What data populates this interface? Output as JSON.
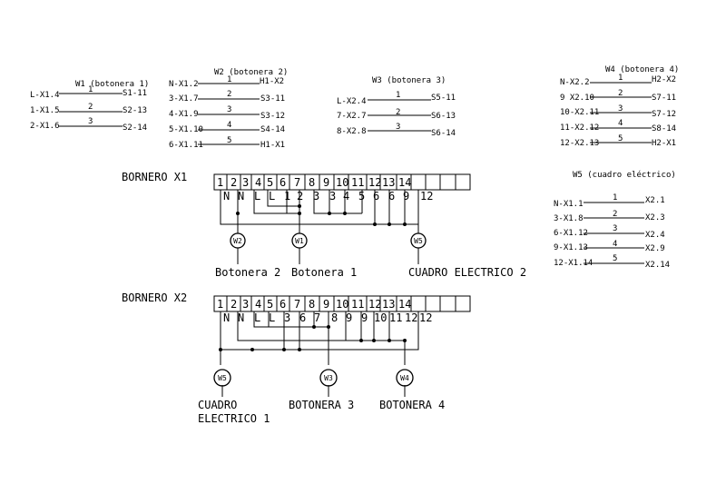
{
  "cables": [
    {
      "id": "W1",
      "title": "W1 (botonera 1)",
      "wires": [
        {
          "left": "L-X1.4",
          "num": "1",
          "right": "S1-11"
        },
        {
          "left": "1-X1.5",
          "num": "2",
          "right": "S2-13"
        },
        {
          "left": "2-X1.6",
          "num": "3",
          "right": "S2-14"
        }
      ]
    },
    {
      "id": "W2",
      "title": "W2 (botonera 2)",
      "wires": [
        {
          "left": "N-X1.2",
          "num": "1",
          "right": "H1-X2"
        },
        {
          "left": "3-X1.7",
          "num": "2",
          "right": "S3-11"
        },
        {
          "left": "4-X1.9",
          "num": "3",
          "right": "S3-12"
        },
        {
          "left": "5-X1.10",
          "num": "4",
          "right": "S4-14"
        },
        {
          "left": "6-X1.11",
          "num": "5",
          "right": "H1-X1"
        }
      ]
    },
    {
      "id": "W3",
      "title": "W3 (botonera 3)",
      "wires": [
        {
          "left": "L-X2.4",
          "num": "1",
          "right": "S5-11"
        },
        {
          "left": "7-X2.7",
          "num": "2",
          "right": "S6-13"
        },
        {
          "left": "8-X2.8",
          "num": "3",
          "right": "S6-14"
        }
      ]
    },
    {
      "id": "W4",
      "title": "W4 (botonera 4)",
      "wires": [
        {
          "left": "N-X2.2",
          "num": "1",
          "right": "H2-X2"
        },
        {
          "left": "9 X2.10",
          "num": "2",
          "right": "S7-11"
        },
        {
          "left": "10-X2.11",
          "num": "3",
          "right": "S7-12"
        },
        {
          "left": "11-X2.12",
          "num": "4",
          "right": "S8-14"
        },
        {
          "left": "12-X2.13",
          "num": "5",
          "right": "H2-X1"
        }
      ]
    },
    {
      "id": "W5",
      "title": "W5 (cuadro eléctrico)",
      "wires": [
        {
          "left": "N-X1.1",
          "num": "1",
          "right": "X2.1"
        },
        {
          "left": "3-X1.8",
          "num": "2",
          "right": "X2.3"
        },
        {
          "left": "6-X1.12",
          "num": "3",
          "right": "X2.4"
        },
        {
          "left": "9-X1.13",
          "num": "4",
          "right": "X2.9"
        },
        {
          "left": "12-X1.14",
          "num": "5",
          "right": "X2.14"
        }
      ]
    }
  ],
  "borneros": [
    {
      "title": "BORNERO X1",
      "terminals": [
        "1",
        "2",
        "3",
        "4",
        "5",
        "6",
        "7",
        "8",
        "9",
        "10",
        "11",
        "12",
        "13",
        "14",
        "",
        ""
      ],
      "wire_labels": [
        "N",
        "N",
        "L",
        "L",
        "1",
        "2",
        "3",
        "3",
        "4",
        "5",
        "6",
        "6",
        "9",
        "12"
      ],
      "connectors": [
        {
          "label": "W2",
          "caption": [
            "Botonera 2"
          ]
        },
        {
          "label": "W1",
          "caption": [
            "Botonera 1"
          ]
        },
        {
          "label": "W5",
          "caption": [
            "CUADRO ELECTRICO 2"
          ]
        }
      ]
    },
    {
      "title": "BORNERO X2",
      "terminals": [
        "1",
        "2",
        "3",
        "4",
        "5",
        "6",
        "7",
        "8",
        "9",
        "10",
        "11",
        "12",
        "13",
        "14",
        "",
        ""
      ],
      "wire_labels": [
        "N",
        "N",
        "L",
        "L",
        "3",
        "6",
        "7",
        "8",
        "9",
        "9",
        "10",
        "11",
        "12",
        "12"
      ],
      "connectors": [
        {
          "label": "W5",
          "caption": [
            "CUADRO",
            "ELECTRICO 1"
          ]
        },
        {
          "label": "W3",
          "caption": [
            "BOTONERA 3"
          ]
        },
        {
          "label": "W4",
          "caption": [
            "BOTONERA 4"
          ]
        }
      ]
    }
  ]
}
